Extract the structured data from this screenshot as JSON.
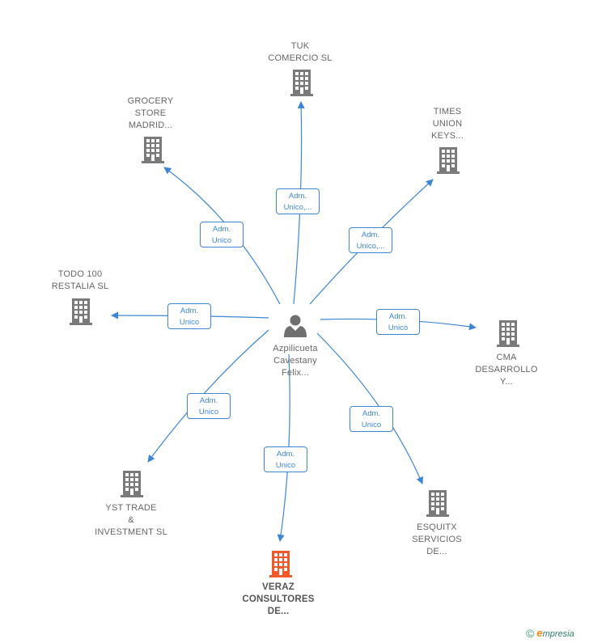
{
  "center": {
    "name": "Azpilicueta\nCavestany\nFelix...",
    "icon": "person-icon"
  },
  "colors": {
    "edge": "#3d86d6",
    "company": "#7a7a7a",
    "highlight": "#f0592a",
    "person": "#6f6f6f"
  },
  "nodes": [
    {
      "id": "tuk",
      "name": "TUK\nCOMERCIO  SL",
      "icon": "building-icon",
      "highlight": false
    },
    {
      "id": "grocery",
      "name": "GROCERY\nSTORE\nMADRID...",
      "icon": "building-icon",
      "highlight": false
    },
    {
      "id": "times",
      "name": "TIMES\nUNION\nKEYS...",
      "icon": "building-icon",
      "highlight": false
    },
    {
      "id": "todo",
      "name": "TODO 100\nRESTALIA  SL",
      "icon": "building-icon",
      "highlight": false
    },
    {
      "id": "cma",
      "name": "CMA\nDESARROLLO\nY...",
      "icon": "building-icon",
      "highlight": false
    },
    {
      "id": "yst",
      "name": "YST TRADE\n&\nINVESTMENT SL",
      "icon": "building-icon",
      "highlight": false
    },
    {
      "id": "esquitx",
      "name": "ESQUITX\nSERVICIOS\nDE...",
      "icon": "building-icon",
      "highlight": false
    },
    {
      "id": "veraz",
      "name": "VERAZ\nCONSULTORES\nDE...",
      "icon": "building-icon",
      "highlight": true
    }
  ],
  "edges": [
    {
      "to": "tuk",
      "role1": "Adm.",
      "role2": "Unico,..."
    },
    {
      "to": "grocery",
      "role1": "Adm.",
      "role2": "Unico"
    },
    {
      "to": "times",
      "role1": "Adm.",
      "role2": "Unico,..."
    },
    {
      "to": "todo",
      "role1": "Adm.",
      "role2": "Unico"
    },
    {
      "to": "cma",
      "role1": "Adm.",
      "role2": "Unico"
    },
    {
      "to": "yst",
      "role1": "Adm.",
      "role2": "Unico"
    },
    {
      "to": "esquitx",
      "role1": "Adm.",
      "role2": "Unico"
    },
    {
      "to": "veraz",
      "role1": "Adm.",
      "role2": "Unico"
    }
  ],
  "footer": {
    "copyright": "©",
    "brand_first": "e",
    "brand_rest": "mpresia"
  }
}
